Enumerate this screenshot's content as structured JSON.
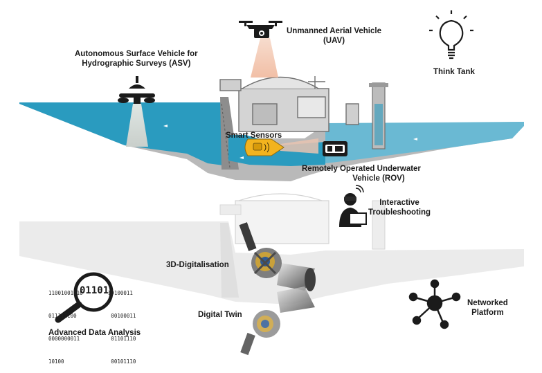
{
  "labels": {
    "uav_line1": "Unmanned Aerial Vehicle",
    "uav_line2": "(UAV)",
    "asv_line1": "Autonomous Surface Vehicle for",
    "asv_line2": "Hydrographic Surveys (ASV)",
    "think_tank": "Think Tank",
    "smart_sensors": "Smart Sensors",
    "rov_line1": "Remotely Operated Underwater",
    "rov_line2": "Vehicle (ROV)",
    "interactive_line1": "Interactive",
    "interactive_line2": "Troubleshooting",
    "digitalisation": "3D-Digitalisation",
    "digital_twin": "Digital Twin",
    "data_analysis": "Advanced Data Analysis",
    "networked_line1": "Networked",
    "networked_line2": "Platform"
  },
  "binary": {
    "row1": "11001001010        10100011",
    "row2": "011111100           00100011",
    "row3": "0000000011          01101110",
    "row4": "10100               00101110",
    "magnifier_text": "01101"
  },
  "colors": {
    "water": "#2a9bbf",
    "water_light": "#6ab9d3",
    "concrete": "#b5b5b5",
    "concrete_dark": "#8a8a8a",
    "sensor_yellow": "#f2b31e",
    "uav_beam": "#f3c6b0"
  }
}
